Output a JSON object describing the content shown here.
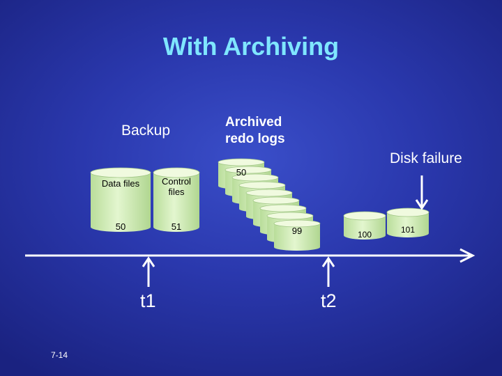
{
  "title": "With Archiving",
  "backup_label": "Backup",
  "archived_label": "Archived\nredo logs",
  "disk_failure_label": "Disk failure",
  "data_files_label": "Data files",
  "control_files_label": "Control\nfiles",
  "data_files_seq": "50",
  "control_files_seq": "51",
  "archive_first_seq": "50",
  "archive_last_seq": "99",
  "disk_100": "100",
  "disk_101": "101",
  "t1": "t1",
  "t2": "t2",
  "slide_number": "7-14",
  "colors": {
    "title": "#7fe6ff",
    "disk_face": "#d6f0b8",
    "disk_top": "#f0fadf",
    "background": "#2a38ad"
  }
}
